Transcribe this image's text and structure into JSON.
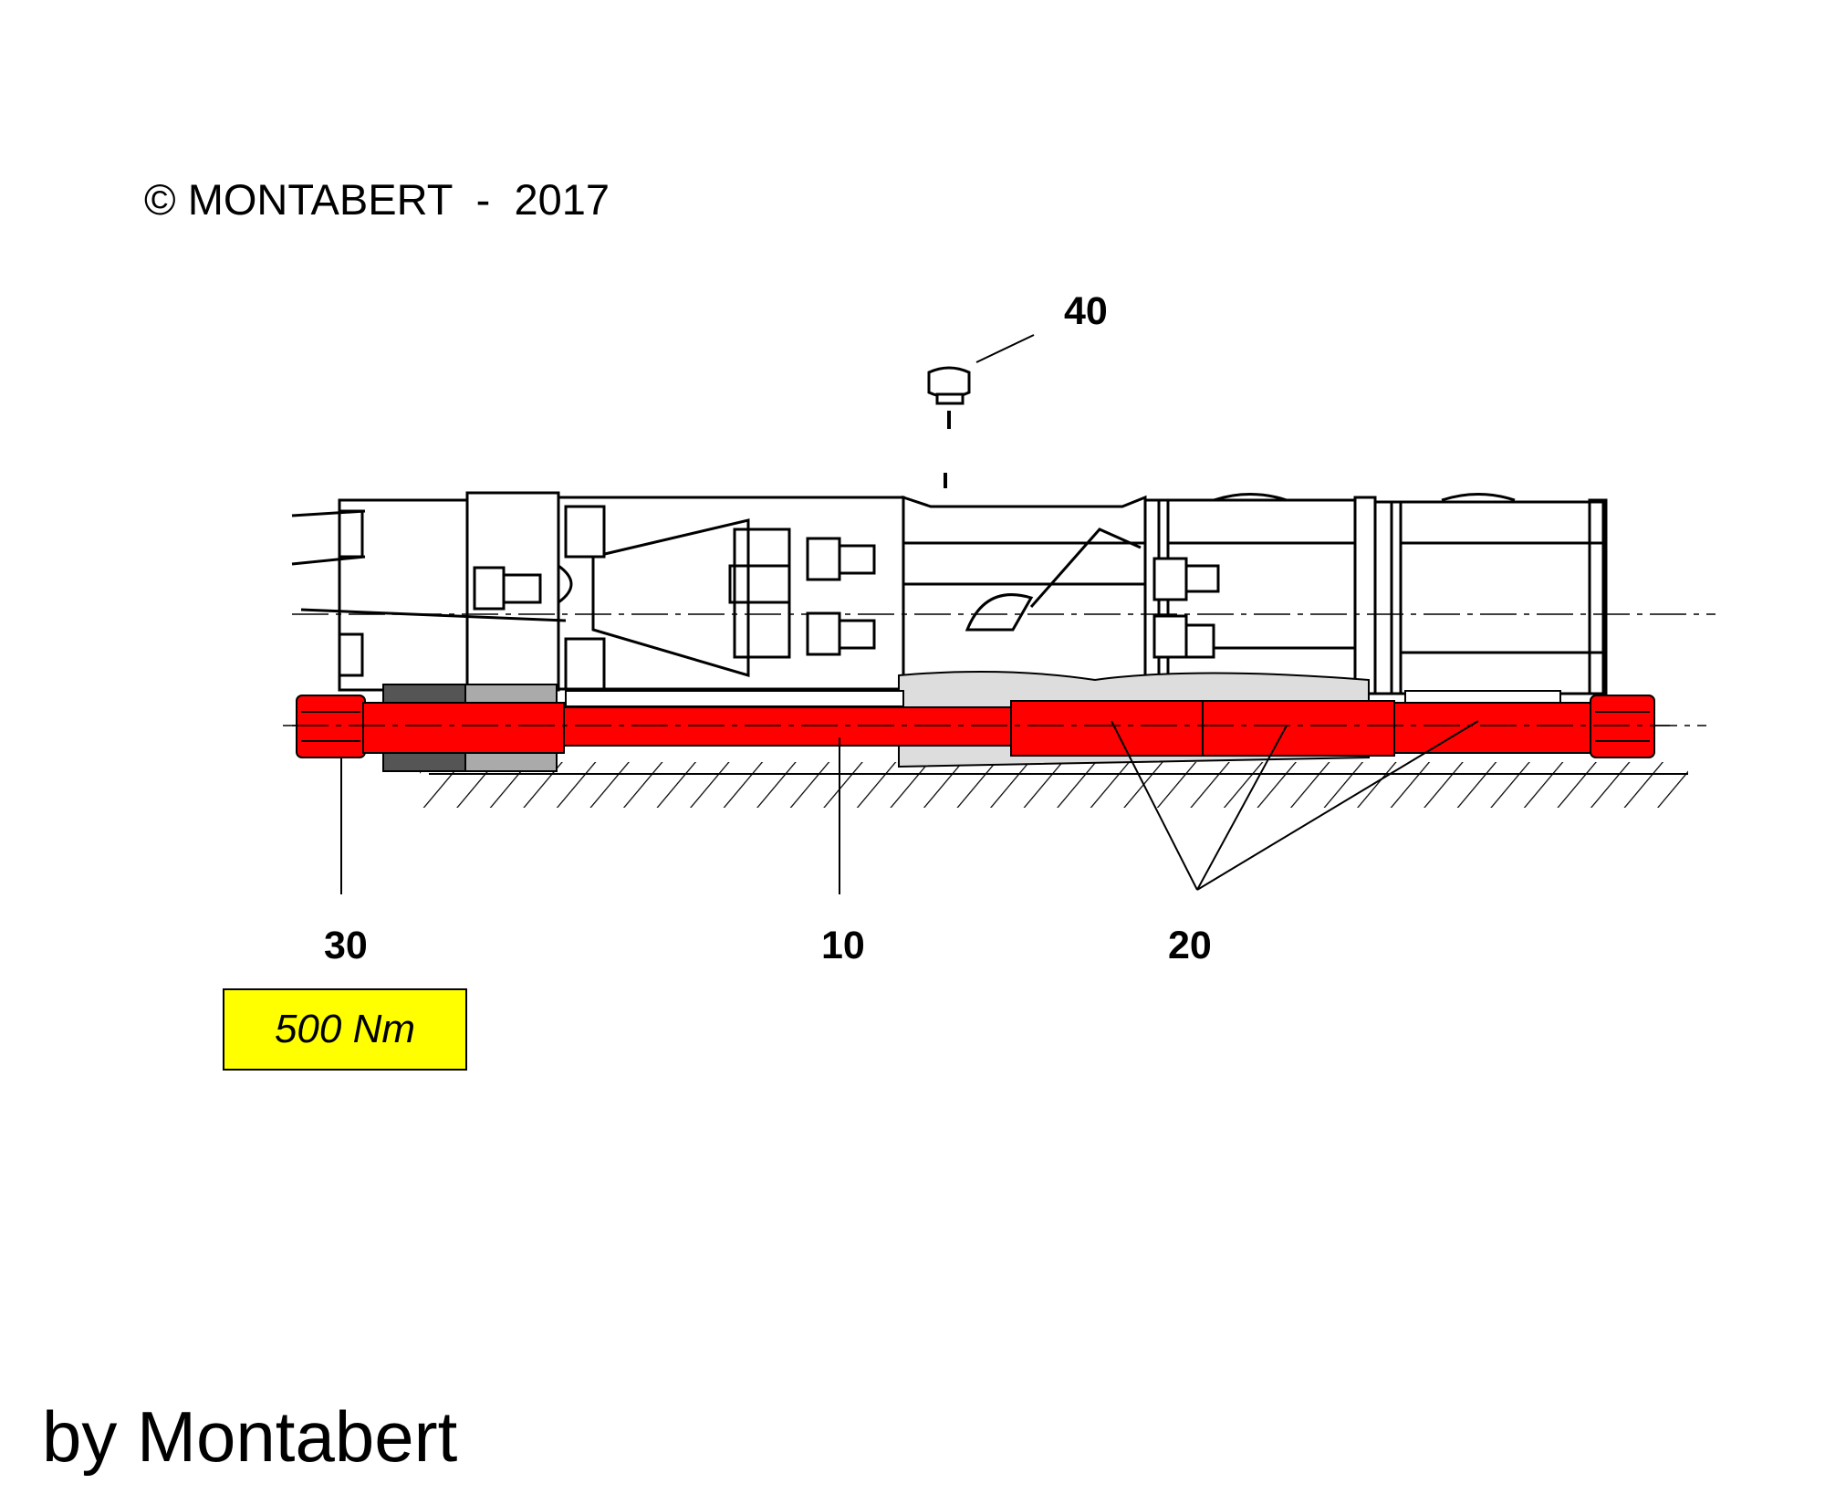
{
  "copyright": "© MONTABERT  -  2017",
  "callouts": {
    "part_40": "40",
    "part_30": "30",
    "part_10": "10",
    "part_20": "20"
  },
  "torque": {
    "value": "500 Nm",
    "box_color": "#ffff00"
  },
  "footer": "by Montabert",
  "colors": {
    "highlight": "#ff0000",
    "line": "#000000",
    "shade": "#cccccc"
  }
}
